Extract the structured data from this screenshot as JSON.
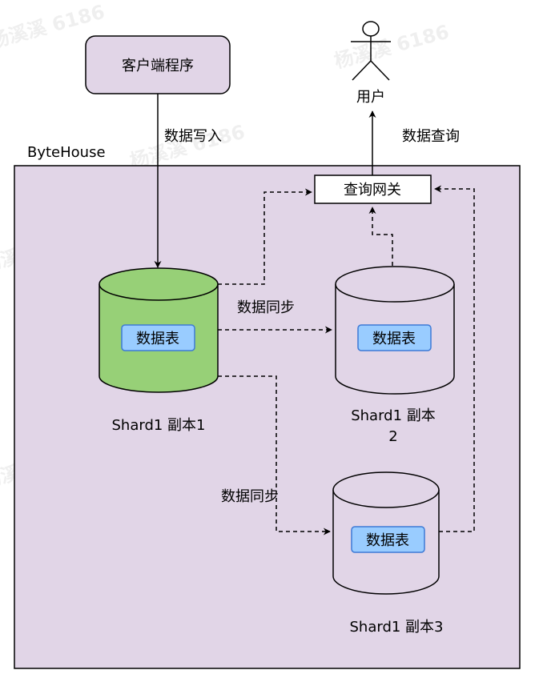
{
  "client": {
    "label": "客户端程序"
  },
  "user": {
    "label": "用户"
  },
  "container": {
    "label": "ByteHouse"
  },
  "gateway": {
    "label": "查询网关"
  },
  "edges": {
    "write": "数据写入",
    "query": "数据查询",
    "sync_1": "数据同步",
    "sync_2": "数据同步"
  },
  "replicas": [
    {
      "table_label": "数据表",
      "caption_line1": "Shard1 副本1",
      "caption_line2": ""
    },
    {
      "table_label": "数据表",
      "caption_line1": "Shard1 副本",
      "caption_line2": "2"
    },
    {
      "table_label": "数据表",
      "caption_line1": "Shard1 副本3",
      "caption_line2": ""
    }
  ],
  "watermark": {
    "text": "杨溪溪 6186"
  },
  "colors": {
    "container_fill": "#e1d5e7",
    "client_fill": "#e1d5e7",
    "primary_replica_fill": "#97d077",
    "secondary_replica_fill": "#e1d5e7",
    "table_chip_fill": "#99ccff",
    "table_chip_stroke": "#3d7ad6",
    "gateway_fill": "#ffffff"
  }
}
